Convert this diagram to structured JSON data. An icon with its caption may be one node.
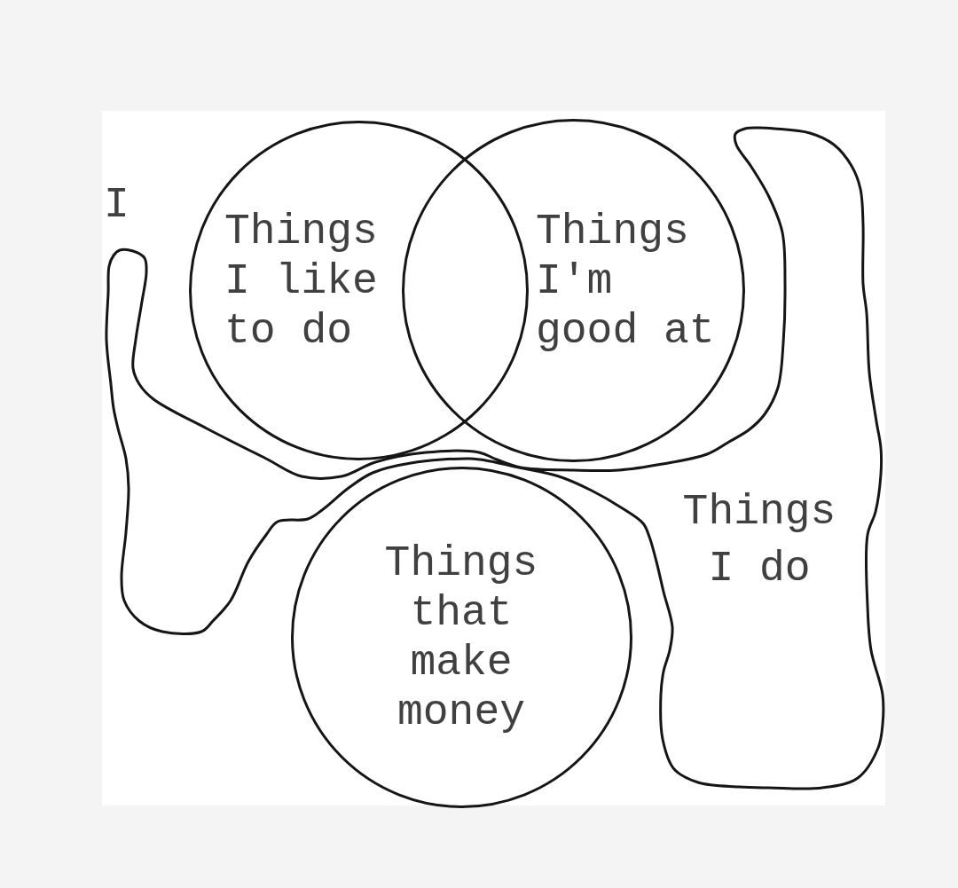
{
  "diagram": {
    "nodes": [
      {
        "text": [
          "Things I like to do"
        ]
      },
      {
        "text": [
          "Things I'm good at"
        ]
      },
      {
        "text": [
          "Things I do"
        ]
      },
      {
        "text": [
          "Things that make money"
        ]
      }
    ],
    "labels": [
      "I"
    ]
  }
}
